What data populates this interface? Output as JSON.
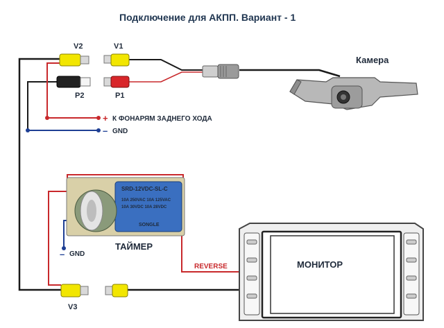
{
  "title": "Подключение для АКПП. Вариант - 1",
  "labels": {
    "v2": "V2",
    "v1": "V1",
    "p2": "P2",
    "p1": "P1",
    "v3": "V3",
    "camera": "Камера",
    "plus_sign": "+",
    "reverse_lights": "К ФОНАРЯМ ЗАДНЕГО ХОДА",
    "gnd_top": "GND",
    "minus_top": "–",
    "gnd_bottom": "GND",
    "minus_bottom": "–",
    "timer": "ТАЙМЕР",
    "reverse": "REVERSE",
    "monitor": "МОНИТОР"
  },
  "relay_print": {
    "brand_line": "SRD-12VDC-SL-C",
    "rating_1": "10A 250VAC 10A 125VAC",
    "rating_2": "10A 30VDC 10A 28VDC",
    "maker": "SONGLE"
  },
  "colors": {
    "wire_black": "#1a1a1a",
    "wire_red": "#c8282b",
    "wire_blue": "#1e3f94",
    "rca_yellow": "#f2e600",
    "rca_red": "#d8262a",
    "rca_white": "#f4f4f4",
    "rca_black": "#222222",
    "relay_blue": "#3a6fc0",
    "camera_gray": "#b8b8b8"
  }
}
